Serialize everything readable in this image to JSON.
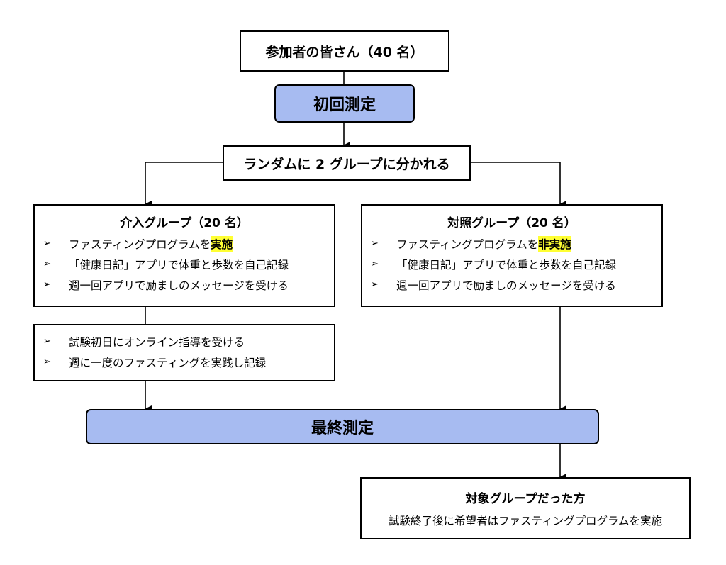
{
  "participants": "参加者の皆さん（40 名）",
  "initial_measurement": "初回測定",
  "randomize": "ランダムに 2 グループに分かれる",
  "bullet_glyph": "➢",
  "intervention": {
    "title": "介入グループ（20 名）",
    "items": [
      {
        "pre": "ファスティングプログラムを",
        "hl": "実施"
      },
      {
        "pre": "「健康日記」アプリで体重と歩数を自己記録",
        "hl": ""
      },
      {
        "pre": "週一回アプリで励ましのメッセージを受ける",
        "hl": ""
      }
    ],
    "extra_items": [
      "試験初日にオンライン指導を受ける",
      "週に一度のファスティングを実践し記録"
    ]
  },
  "control": {
    "title": "対照グループ（20 名）",
    "items": [
      {
        "pre": "ファスティングプログラムを",
        "hl": "非実施"
      },
      {
        "pre": "「健康日記」アプリで体重と歩数を自己記録",
        "hl": ""
      },
      {
        "pre": "週一回アプリで励ましのメッセージを受ける",
        "hl": ""
      }
    ]
  },
  "final_measurement": "最終測定",
  "control_after": {
    "title": "対象グループだった方",
    "desc": "試験終了後に希望者はファスティングプログラムを実施"
  },
  "colors": {
    "measurement_fill": "#a7bbf1",
    "highlight": "#ffff33",
    "line": "#000000"
  }
}
